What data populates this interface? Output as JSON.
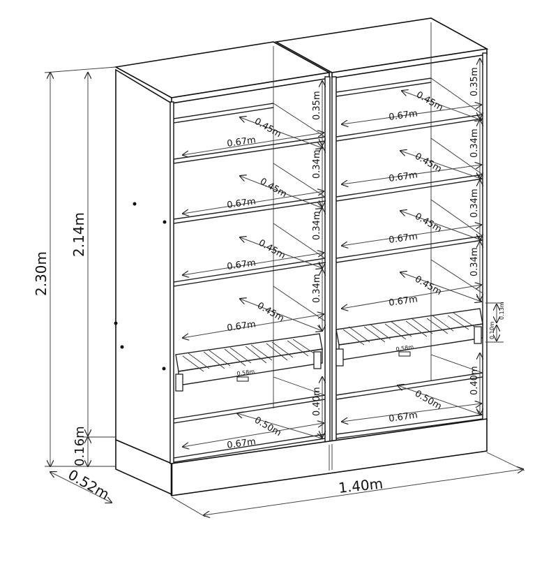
{
  "overall": {
    "height_total": "2.30m",
    "height_body": "2.14m",
    "plinth": "0.16m",
    "depth": "0.52m",
    "width": "1.40m"
  },
  "left": {
    "widths": [
      "0.67m",
      "0.67m",
      "0.67m",
      "0.67m",
      "0.67m"
    ],
    "depths": [
      "0.45m",
      "0.45m",
      "0.45m",
      "0.45m",
      "0.50m"
    ],
    "heights": [
      "0.35m",
      "0.34m",
      "0.34m",
      "0.34m",
      "0.40m"
    ],
    "drawer_width": "0.58m"
  },
  "right": {
    "widths": [
      "0.67m",
      "0.67m",
      "0.67m",
      "0.67m",
      "0.67m"
    ],
    "depths": [
      "0.45m",
      "0.45m",
      "0.45m",
      "0.45m",
      "0.50m"
    ],
    "heights": [
      "0.35m",
      "0.34m",
      "0.34m",
      "0.34m",
      "0.40m"
    ],
    "drawer_width": "0.58m",
    "small_dims": [
      "0.13m",
      "0.10m"
    ]
  }
}
